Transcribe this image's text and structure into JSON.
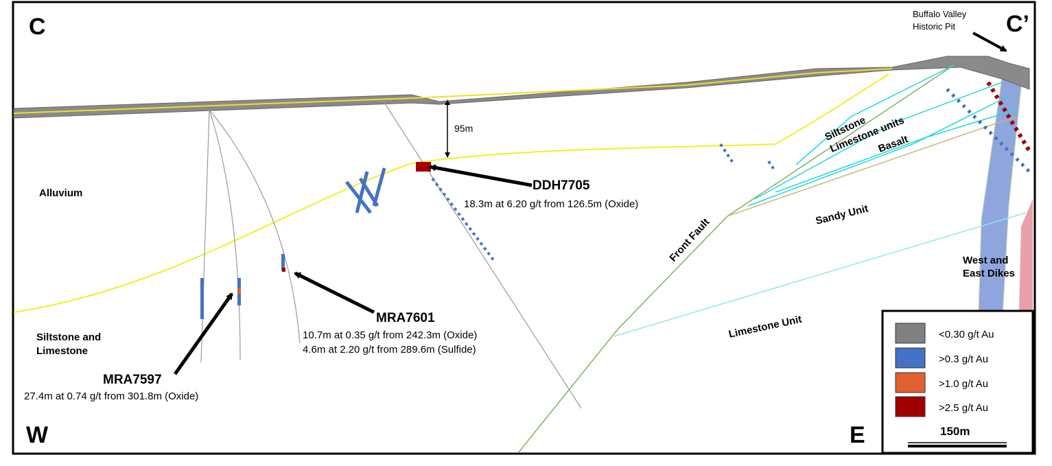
{
  "corners": {
    "top_left": "C",
    "top_right": "C’",
    "bottom_left": "W",
    "bottom_right": "E"
  },
  "annotations": {
    "pit": [
      "Buffalo Valley",
      "Historic Pit"
    ],
    "depth": "95m"
  },
  "units": {
    "alluvium": "Alluvium",
    "siltstone_limestone": [
      "Siltstone and",
      "Limestone"
    ],
    "siltstone": "Siltstone",
    "limestone_units": "Limestone units",
    "basalt": "Basalt",
    "sandy_unit": "Sandy Unit",
    "front_fault": "Front Fault",
    "limestone_unit": "Limestone Unit",
    "dikes": [
      "West and",
      "East Dikes"
    ]
  },
  "holes": [
    {
      "name": "DDH7705",
      "results": [
        "18.3m at 6.20 g/t from 126.5m (Oxide)"
      ]
    },
    {
      "name": "MRA7601",
      "results": [
        "10.7m at 0.35 g/t from 242.3m (Oxide)",
        "4.6m at 2.20 g/t from 289.6m (Sulfide)"
      ]
    },
    {
      "name": "MRA7597",
      "results": [
        "27.4m at 0.74 g/t from 301.8m (Oxide)"
      ]
    }
  ],
  "legend": {
    "items": [
      {
        "label": "<0.30 g/t Au",
        "color": "#808080"
      },
      {
        "label": ">0.3 g/t Au",
        "color": "#4472c4"
      },
      {
        "label": ">1.0 g/t Au",
        "color": "#e06030"
      },
      {
        "label": ">2.5 g/t Au",
        "color": "#a00000"
      }
    ],
    "scale": "150m"
  }
}
